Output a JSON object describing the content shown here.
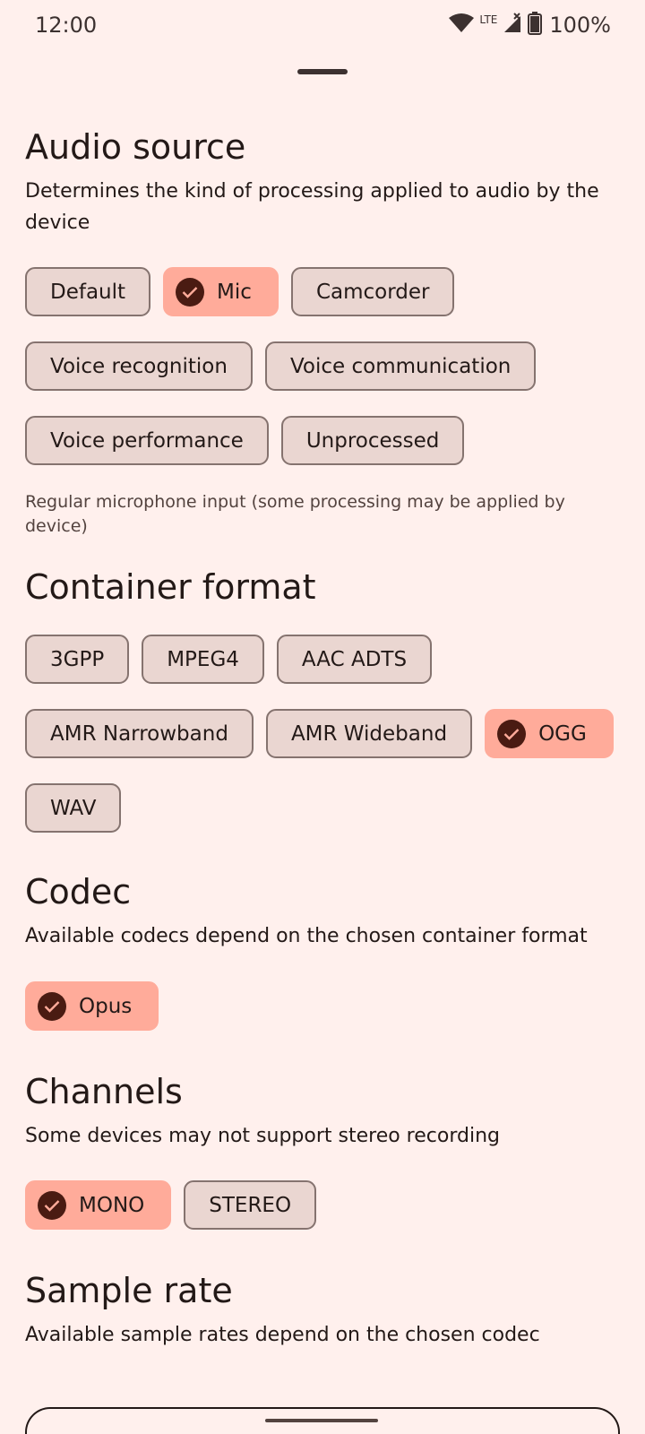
{
  "status_bar": {
    "time": "12:00",
    "network": "LTE",
    "battery": "100%"
  },
  "audio_source": {
    "title": "Audio source",
    "description": "Determines the kind of processing applied to audio by the device",
    "options": [
      {
        "label": "Default",
        "selected": false
      },
      {
        "label": "Mic",
        "selected": true
      },
      {
        "label": "Camcorder",
        "selected": false
      },
      {
        "label": "Voice recognition",
        "selected": false
      },
      {
        "label": "Voice communication",
        "selected": false
      },
      {
        "label": "Voice performance",
        "selected": false
      },
      {
        "label": "Unprocessed",
        "selected": false
      }
    ],
    "helper": "Regular microphone input (some processing may be applied by device)"
  },
  "container_format": {
    "title": "Container format",
    "options": [
      {
        "label": "3GPP",
        "selected": false
      },
      {
        "label": "MPEG4",
        "selected": false
      },
      {
        "label": "AAC ADTS",
        "selected": false
      },
      {
        "label": "AMR Narrowband",
        "selected": false
      },
      {
        "label": "AMR Wideband",
        "selected": false
      },
      {
        "label": "OGG",
        "selected": true
      },
      {
        "label": "WAV",
        "selected": false
      }
    ]
  },
  "codec": {
    "title": "Codec",
    "description": "Available codecs depend on the chosen container format",
    "options": [
      {
        "label": "Opus",
        "selected": true
      }
    ]
  },
  "channels": {
    "title": "Channels",
    "description": "Some devices may not support stereo recording",
    "options": [
      {
        "label": "MONO",
        "selected": true
      },
      {
        "label": "STEREO",
        "selected": false
      }
    ]
  },
  "sample_rate": {
    "title": "Sample rate",
    "description": "Available sample rates depend on the chosen codec"
  },
  "colors": {
    "background": "#fff0ed",
    "chip_selected": "#ffab9a",
    "chip_unselected": "#ead6d1",
    "check_fill": "#4a1b12"
  }
}
